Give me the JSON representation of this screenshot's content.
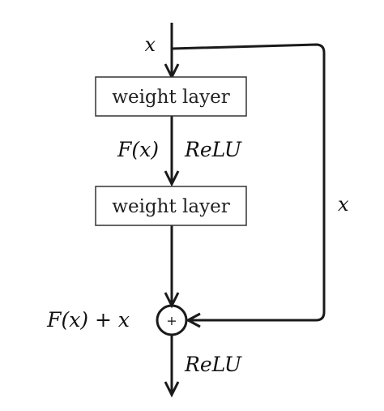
{
  "diagram": {
    "blocks": {
      "first_label": "weight layer",
      "second_label": "weight layer"
    },
    "labels": {
      "input": "x",
      "shortcut": "x",
      "residual": "F(x)",
      "activation_mid": "ReLU",
      "sum": "F(x) + x",
      "activation_out": "ReLU",
      "add_symbol": "+"
    }
  }
}
